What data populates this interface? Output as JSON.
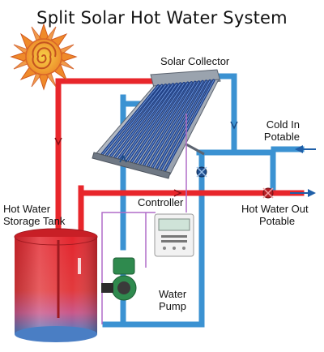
{
  "diagram": {
    "title": "Split Solar Hot Water System",
    "labels": {
      "solar_collector": "Solar Collector",
      "cold_in_line1": "Cold In",
      "cold_in_line2": "Potable",
      "hot_out_line1": "Hot Water Out",
      "hot_out_line2": "Potable",
      "controller": "Controller",
      "tank_line1": "Hot Water",
      "tank_line2": "Storage Tank",
      "pump_line1": "Water",
      "pump_line2": "Pump"
    },
    "colors": {
      "hot_pipe": "#e8262b",
      "cold_pipe": "#3b92d2",
      "sun": "#e8782a",
      "tank_top": "#e3262e",
      "tank_bottom": "#4a7ec4",
      "pump": "#2f8a4e",
      "control_wire": "#b06cc8"
    },
    "icons": [
      "sun-icon",
      "solar-panel-icon",
      "storage-tank-icon",
      "pump-icon",
      "controller-icon",
      "valve-icon",
      "flow-arrow-icon"
    ]
  }
}
